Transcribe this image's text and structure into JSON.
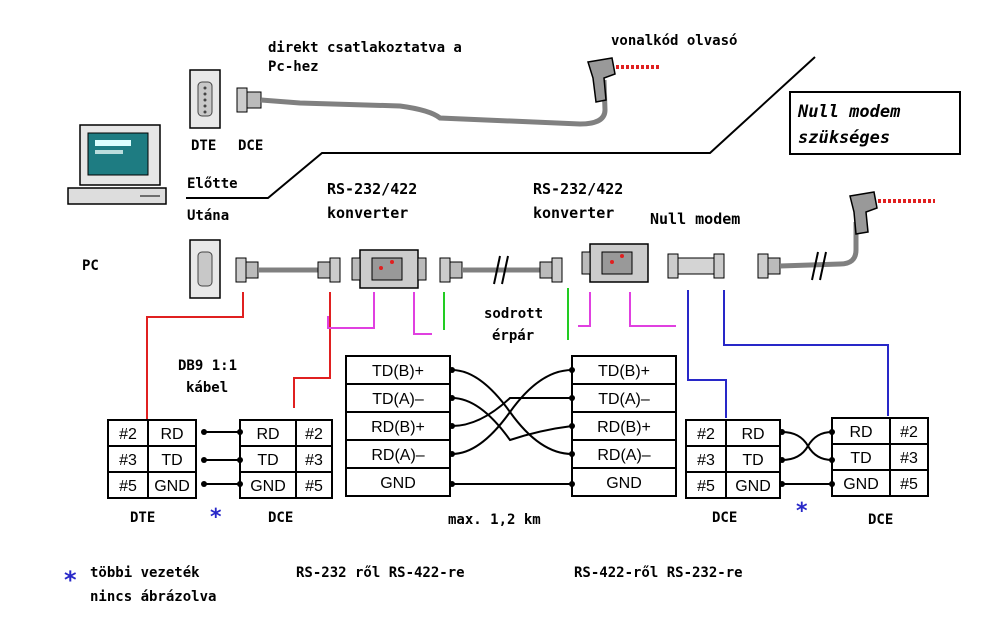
{
  "labels": {
    "direct_line1": "direkt csatlakoztatva a",
    "direct_line2": "Pc-hez",
    "barcode_reader": "vonalkód olvasó",
    "null_modem_needed_line1": "Null modem",
    "null_modem_needed_line2": "szükséges",
    "dte_top": "DTE",
    "dce_top": "DCE",
    "before": "Előtte",
    "after": "Utána",
    "pc": "PC",
    "converter1_line1": "RS-232/422",
    "converter1_line2": "konverter",
    "converter2_line1": "RS-232/422",
    "converter2_line2": "konverter",
    "null_modem": "Null modem",
    "twisted_line1": "sodrott",
    "twisted_line2": "érpár",
    "cable_line1": "DB9 1:1",
    "cable_line2": "kábel",
    "max_distance": "max. 1,2 km",
    "dte_bottom": "DTE",
    "dce_bottom_left": "DCE",
    "dce_bottom_mid": "DCE",
    "dce_bottom_right": "DCE",
    "asterisk": "*",
    "note_line1": "többi vezeték",
    "note_line2": "nincs ábrázolva",
    "caption_rs232_to_422": "RS-232 ről RS-422-re",
    "caption_rs422_to_232": "RS-422-ről RS-232-re"
  },
  "tables": {
    "dte_left": [
      [
        "#2",
        "RD"
      ],
      [
        "#3",
        "TD"
      ],
      [
        "#5",
        "GND"
      ]
    ],
    "dce_left": [
      [
        "RD",
        "#2"
      ],
      [
        "TD",
        "#3"
      ],
      [
        "GND",
        "#5"
      ]
    ],
    "rs422_left": [
      "TD(B)+",
      "TD(A)–",
      "RD(B)+",
      "RD(A)–",
      "GND"
    ],
    "rs422_right": [
      "TD(B)+",
      "TD(A)–",
      "RD(B)+",
      "RD(A)–",
      "GND"
    ],
    "dce_mid": [
      [
        "#2",
        "RD"
      ],
      [
        "#3",
        "TD"
      ],
      [
        "#5",
        "GND"
      ]
    ],
    "dce_right": [
      [
        "RD",
        "#2"
      ],
      [
        "TD",
        "#3"
      ],
      [
        "GND",
        "#5"
      ]
    ]
  },
  "colors": {
    "red_line": "#e02020",
    "magenta_line": "#e040e0",
    "green_line": "#22cc22",
    "blue_line": "#2828c8",
    "asterisk": "#2828c8",
    "cable_gray": "#808080",
    "laser_red": "#e02020"
  }
}
